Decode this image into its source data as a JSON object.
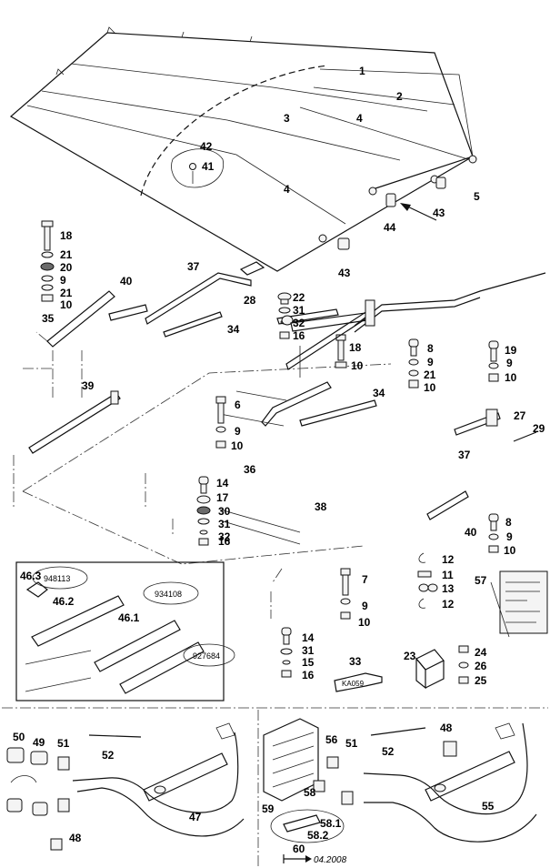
{
  "callouts": [
    {
      "id": "c1",
      "text": "1"
    },
    {
      "id": "c2",
      "text": "2"
    },
    {
      "id": "c3",
      "text": "3"
    },
    {
      "id": "c4a",
      "text": "4"
    },
    {
      "id": "c4b",
      "text": "4"
    },
    {
      "id": "c5",
      "text": "5"
    },
    {
      "id": "c42",
      "text": "42"
    },
    {
      "id": "c41",
      "text": "41"
    },
    {
      "id": "c43a",
      "text": "43"
    },
    {
      "id": "c44",
      "text": "44"
    },
    {
      "id": "c43b",
      "text": "43"
    },
    {
      "id": "c18a",
      "text": "18"
    },
    {
      "id": "c21a",
      "text": "21"
    },
    {
      "id": "c20",
      "text": "20"
    },
    {
      "id": "c9a",
      "text": "9"
    },
    {
      "id": "c21b",
      "text": "21"
    },
    {
      "id": "c10a",
      "text": "10"
    },
    {
      "id": "c40a",
      "text": "40"
    },
    {
      "id": "c37a",
      "text": "37"
    },
    {
      "id": "c28",
      "text": "28"
    },
    {
      "id": "c35",
      "text": "35"
    },
    {
      "id": "c34a",
      "text": "34"
    },
    {
      "id": "c39",
      "text": "39"
    },
    {
      "id": "c22",
      "text": "22"
    },
    {
      "id": "c31a",
      "text": "31"
    },
    {
      "id": "c32a",
      "text": "32"
    },
    {
      "id": "c16a",
      "text": "16"
    },
    {
      "id": "c18b",
      "text": "18"
    },
    {
      "id": "c10b",
      "text": "10"
    },
    {
      "id": "c8a",
      "text": "8"
    },
    {
      "id": "c9b",
      "text": "9"
    },
    {
      "id": "c21c",
      "text": "21"
    },
    {
      "id": "c10c",
      "text": "10"
    },
    {
      "id": "c19",
      "text": "19"
    },
    {
      "id": "c9c",
      "text": "9"
    },
    {
      "id": "c10d",
      "text": "10"
    },
    {
      "id": "c34b",
      "text": "34"
    },
    {
      "id": "c27",
      "text": "27"
    },
    {
      "id": "c29",
      "text": "29"
    },
    {
      "id": "c6",
      "text": "6"
    },
    {
      "id": "c9d",
      "text": "9"
    },
    {
      "id": "c10e",
      "text": "10"
    },
    {
      "id": "c37b",
      "text": "37"
    },
    {
      "id": "c36",
      "text": "36"
    },
    {
      "id": "c14a",
      "text": "14"
    },
    {
      "id": "c17",
      "text": "17"
    },
    {
      "id": "c30",
      "text": "30"
    },
    {
      "id": "c31b",
      "text": "31"
    },
    {
      "id": "c32b",
      "text": "32"
    },
    {
      "id": "c16b",
      "text": "16"
    },
    {
      "id": "c38",
      "text": "38"
    },
    {
      "id": "c40b",
      "text": "40"
    },
    {
      "id": "c8b",
      "text": "8"
    },
    {
      "id": "c9e",
      "text": "9"
    },
    {
      "id": "c10f",
      "text": "10"
    },
    {
      "id": "c12a",
      "text": "12"
    },
    {
      "id": "c11",
      "text": "11"
    },
    {
      "id": "c13",
      "text": "13"
    },
    {
      "id": "c12b",
      "text": "12"
    },
    {
      "id": "c57",
      "text": "57"
    },
    {
      "id": "c46_3",
      "text": "46.3"
    },
    {
      "id": "c46_2",
      "text": "46.2"
    },
    {
      "id": "c46_1",
      "text": "46.1"
    },
    {
      "id": "c7",
      "text": "7"
    },
    {
      "id": "c9f",
      "text": "9"
    },
    {
      "id": "c10g",
      "text": "10"
    },
    {
      "id": "c14b",
      "text": "14"
    },
    {
      "id": "c31c",
      "text": "31"
    },
    {
      "id": "c15",
      "text": "15"
    },
    {
      "id": "c16c",
      "text": "16"
    },
    {
      "id": "c33",
      "text": "33"
    },
    {
      "id": "c23",
      "text": "23"
    },
    {
      "id": "c24",
      "text": "24"
    },
    {
      "id": "c26",
      "text": "26"
    },
    {
      "id": "c25",
      "text": "25"
    },
    {
      "id": "c50",
      "text": "50"
    },
    {
      "id": "c49",
      "text": "49"
    },
    {
      "id": "c51a",
      "text": "51"
    },
    {
      "id": "c52a",
      "text": "52"
    },
    {
      "id": "c48a",
      "text": "48"
    },
    {
      "id": "c47",
      "text": "47"
    },
    {
      "id": "c56",
      "text": "56"
    },
    {
      "id": "c51b",
      "text": "51"
    },
    {
      "id": "c52b",
      "text": "52"
    },
    {
      "id": "c48b",
      "text": "48"
    },
    {
      "id": "c58",
      "text": "58"
    },
    {
      "id": "c59",
      "text": "59"
    },
    {
      "id": "c58_1",
      "text": "58.1"
    },
    {
      "id": "c58_2",
      "text": "58.2"
    },
    {
      "id": "c60",
      "text": "60"
    },
    {
      "id": "c55",
      "text": "55"
    }
  ],
  "part_numbers": {
    "p948113": "948113",
    "p934108": "934108",
    "p927684": "927684"
  },
  "tag_ka059": "KA059",
  "date_note": "04.2008"
}
